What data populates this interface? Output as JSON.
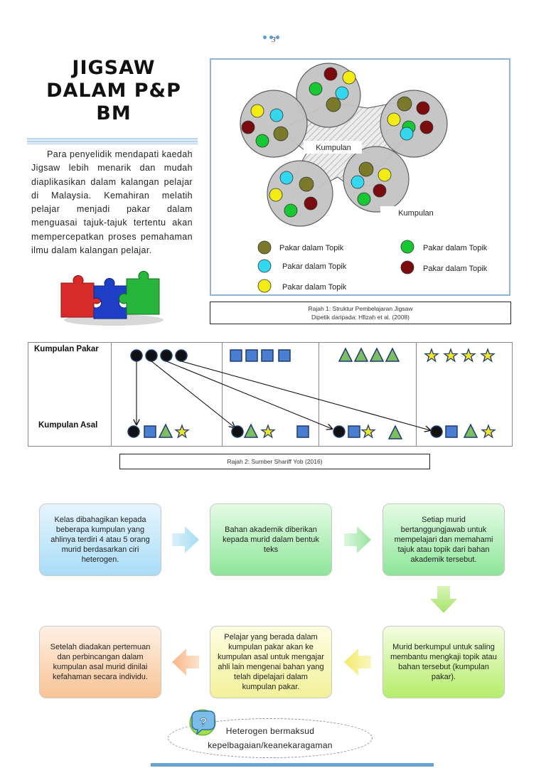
{
  "page_number": "3",
  "title_lines": [
    "JIGSAW",
    "DALAM P&P",
    "BM"
  ],
  "intro_text": "Para penyelidik mendapati kaedah Jigsaw lebih menarik dan mudah diaplikasikan dalam kalangan pelajar di Malaysia. Kemahiran melatih pelajar menjadi pakar dalam menguasai tajuk-tajuk tertentu akan mempercepatkan proses pemahaman ilmu dalam kalangan pelajar.",
  "figure1": {
    "label_kumpulan_1": "Kumpulan",
    "label_kumpulan_2": "Kumpulan",
    "legend": [
      {
        "text": "Pakar dalam Topik",
        "color": "#7a7a2a"
      },
      {
        "text": "Pakar dalam Topik",
        "color": "#33d8ee"
      },
      {
        "text": "Pakar dalam Topik",
        "color": "#f2ec14"
      },
      {
        "text": "Pakar dalam Topik",
        "color": "#18c832"
      },
      {
        "text": "Pakar dalam Topik",
        "color": "#7a0c10"
      }
    ],
    "caption_line1": "Rajah 1: Struktur Pembelajaran Jigsaw",
    "caption_line2": "Dipetik daripada: Hfizah et al. (2008)"
  },
  "figure2": {
    "row1_label": "Kumpulan Pakar",
    "row2_label": "Kumpulan Asal",
    "caption": "Rajah 2: Sumber Shariff Yob (2016)"
  },
  "flow": {
    "step1": "Kelas dibahagikan kepada beberapa kumpulan yang ahlinya terdiri 4 atau 5 orang murid berdasarkan ciri heterogen.",
    "step2": "Bahan akademik diberikan kepada murid dalam bentuk teks",
    "step3": "Setiap murid bertanggungjawab untuk mempelajari dan memahami tajuk atau topik dari bahan akademik tersebut.",
    "step4": "Murid berkumpul untuk saling membantu mengkaji topik atau bahan tersebut (kumpulan pakar).",
    "step5": "Pelajar yang berada dalam kumpulan pakar akan ke kumpulan asal untuk mengajar ahli lain mengenai bahan yang telah dipelajari dalam kumpulan pakar.",
    "step6": "Setelah diadakan pertemuan dan perbincangan dalam kumpulan asal murid dinilai kefahaman secara individu."
  },
  "note_line1": "Heterogen bermaksud",
  "note_line2": "kepelbagaian/keanekaragaman",
  "note_icon_glyph": "?"
}
